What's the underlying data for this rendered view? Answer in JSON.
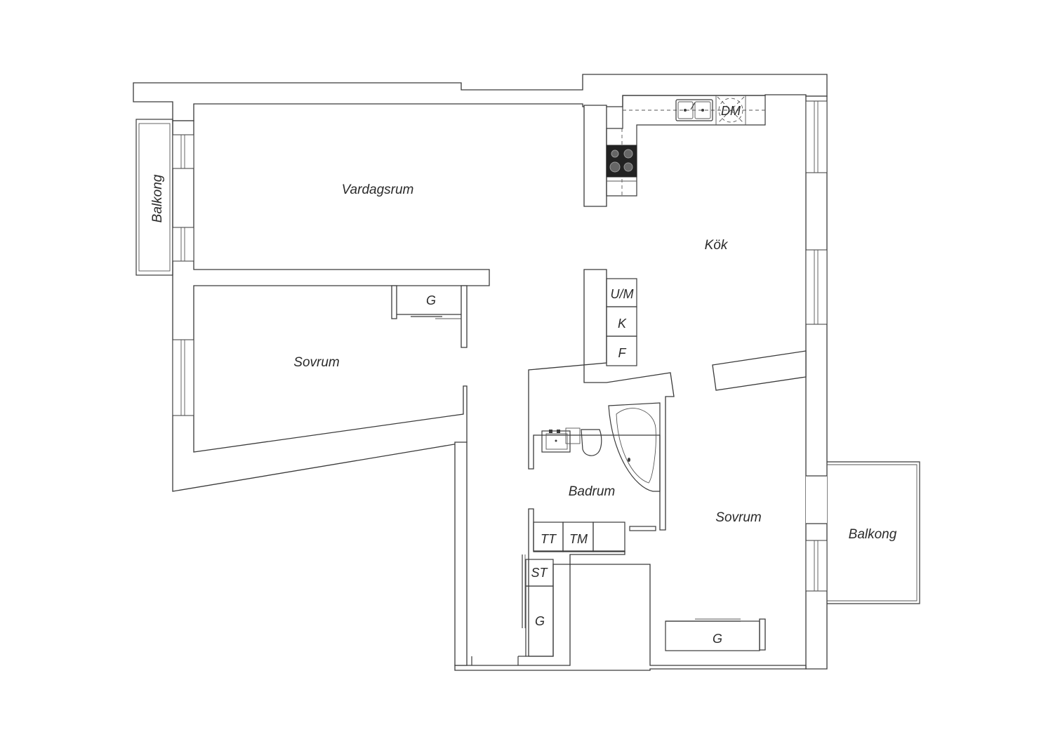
{
  "rooms": {
    "vardagsrum": "Vardagsrum",
    "kok": "Kök",
    "sovrum_left": "Sovrum",
    "sovrum_right": "Sovrum",
    "badrum": "Badrum",
    "balkong_left": "Balkong",
    "balkong_right": "Balkong"
  },
  "fixtures": {
    "closet_left": "G",
    "closet_hall": "G",
    "closet_bottom_right": "G",
    "um": "U/M",
    "k": "K",
    "f": "F",
    "dm": "DM",
    "tt": "TT",
    "tm": "TM",
    "st": "ST"
  },
  "colors": {
    "line": "#3a3a3a",
    "background": "#ffffff",
    "stove": "#222222"
  }
}
